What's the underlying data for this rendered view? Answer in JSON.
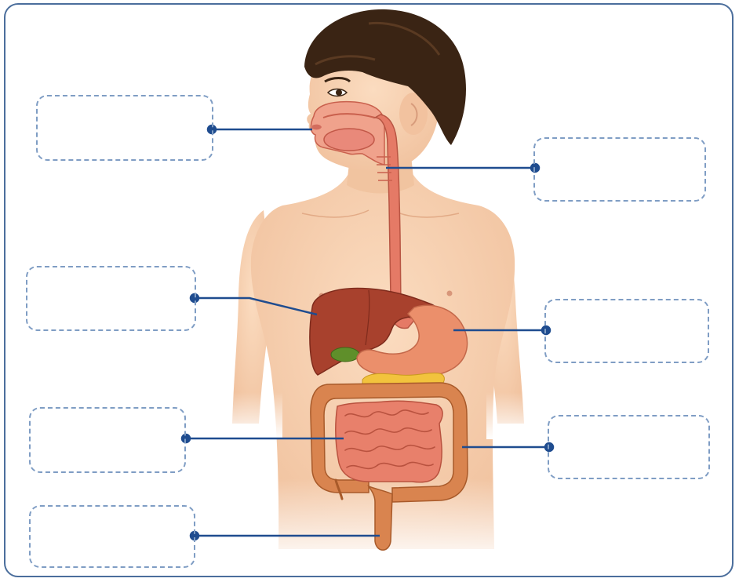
{
  "colors": {
    "frame_border": "#4b6e9c",
    "leader_line": "#1f4c8f",
    "box_border": "#7f9dc4",
    "skin": "#f6cfae",
    "hair": "#3a2414",
    "liver": "#a8412d",
    "stomach": "#eb8f6b",
    "esophagus": "#e57a66",
    "small_intestine": "#e8806b",
    "large_intestine": "#d9844f",
    "pancreas": "#f2c33d",
    "gallbladder": "#5f8f2a"
  },
  "labels": [
    {
      "id": "mouth",
      "text": ""
    },
    {
      "id": "esophagus",
      "text": ""
    },
    {
      "id": "liver",
      "text": ""
    },
    {
      "id": "stomach",
      "text": ""
    },
    {
      "id": "small-intestine",
      "text": ""
    },
    {
      "id": "large-intestine",
      "text": ""
    },
    {
      "id": "rectum",
      "text": ""
    }
  ]
}
